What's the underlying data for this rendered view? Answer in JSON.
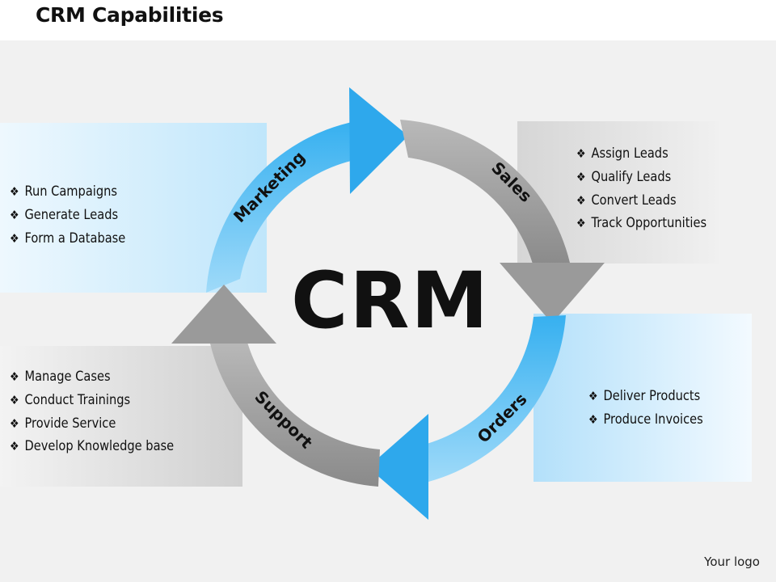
{
  "title": "CRM Capabilities",
  "center_label": "CRM",
  "logo_text": "Your logo",
  "colors": {
    "blue": "#2ea8ec",
    "light_blue": "#bfe6fb",
    "gray": "#8e8e8e",
    "light_gray": "#dcdcdc"
  },
  "stages": {
    "marketing": {
      "label": "Marketing",
      "items": [
        "Run Campaigns",
        "Generate  Leads",
        "Form  a Database"
      ]
    },
    "sales": {
      "label": "Sales",
      "items": [
        "Assign Leads",
        "Qualify  Leads",
        "Convert Leads",
        "Track Opportunities"
      ]
    },
    "orders": {
      "label": "Orders",
      "items": [
        "Deliver Products",
        "Produce Invoices"
      ]
    },
    "support": {
      "label": "Support",
      "items": [
        "Manage Cases",
        "Conduct  Trainings",
        "Provide Service",
        "Develop  Knowledge base"
      ]
    }
  }
}
